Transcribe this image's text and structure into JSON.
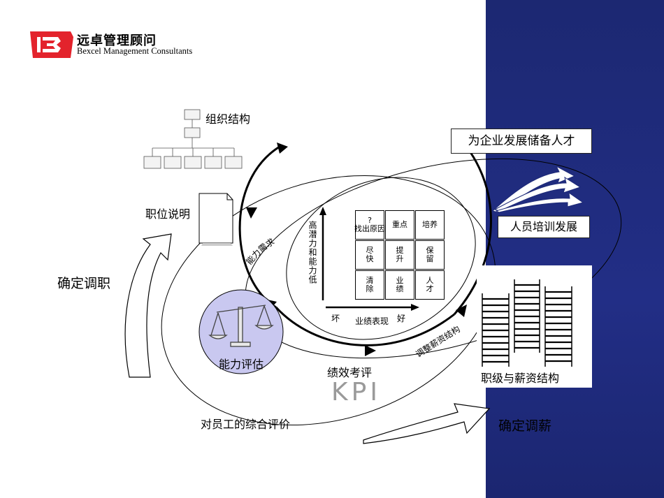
{
  "logo": {
    "cn": "远卓管理顾问",
    "en": "Bexcel Management Consultants",
    "color": "#e3232c"
  },
  "labels": {
    "org_structure": "组织结构",
    "job_description": "职位说明",
    "determine_transfer": "确定调职",
    "ability_assessment": "能力评估",
    "performance_review": "绩效考评",
    "kpi": "KPI",
    "overall_evaluation": "对员工的综合评价",
    "reserve_talent": "为企业发展储备人才",
    "training_development": "人员培训发展",
    "rank_salary": "职级与薪资结构",
    "determine_salary": "确定调薪",
    "ability_need": "能力需求",
    "adjust_salary": "调整薪资结构"
  },
  "grid": {
    "y_axis": "高潜力和能力低",
    "x_low": "坏",
    "x_label": "业绩表现",
    "x_high": "好",
    "cells": [
      [
        "?\n找出原因",
        "重点",
        "培养"
      ],
      [
        "尽\n快",
        "提\n升",
        "保\n留"
      ],
      [
        "清\n除",
        "业\n绩",
        "人\n才"
      ]
    ]
  },
  "colors": {
    "navy": "#1e2a78",
    "assessment_circle": "#c9c8f0",
    "kpi_gray": "#9a9a9a"
  }
}
